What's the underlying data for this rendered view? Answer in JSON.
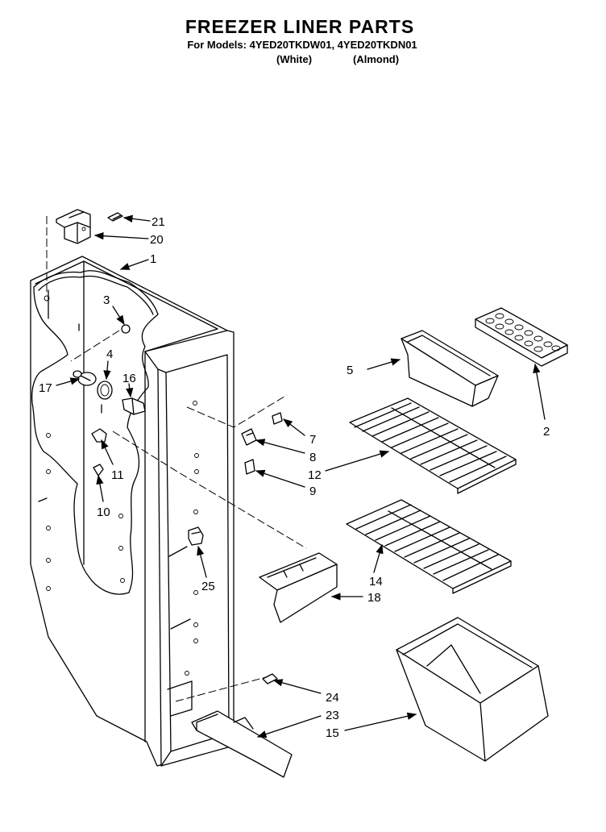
{
  "header": {
    "title": "FREEZER LINER PARTS",
    "models_line": "For Models: 4YED20TKDW01, 4YED20TKDN01",
    "variant_white": "(White)",
    "variant_almond": "(Almond)"
  },
  "callouts": {
    "c1": "1",
    "c2": "2",
    "c3": "3",
    "c4": "4",
    "c5": "5",
    "c7": "7",
    "c8": "8",
    "c9": "9",
    "c10": "10",
    "c11": "11",
    "c12": "12",
    "c14": "14",
    "c15": "15",
    "c16": "16",
    "c17": "17",
    "c18": "18",
    "c20": "20",
    "c21": "21",
    "c23": "23",
    "c24": "24",
    "c25": "25"
  }
}
